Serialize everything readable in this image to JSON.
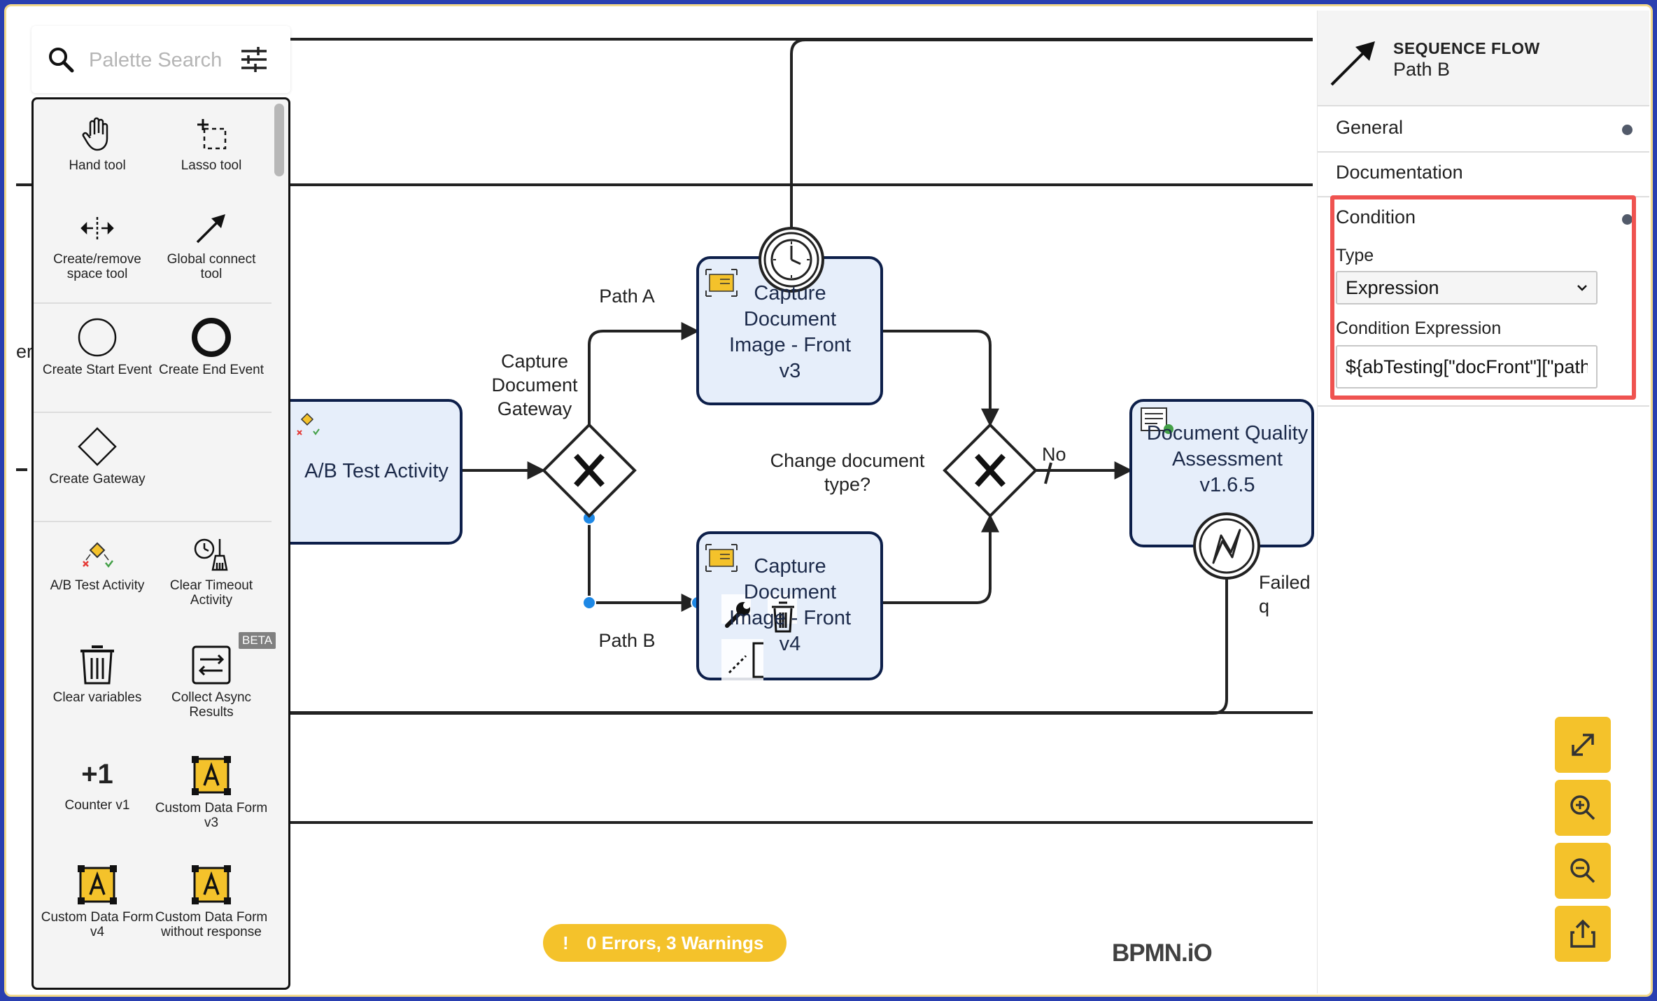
{
  "palette": {
    "search_placeholder": "Palette Search",
    "items": [
      {
        "label": "Hand tool",
        "icon": "hand-icon"
      },
      {
        "label": "Lasso tool",
        "icon": "lasso-icon"
      },
      {
        "label": "Create/remove space tool",
        "icon": "space-tool-icon"
      },
      {
        "label": "Global connect tool",
        "icon": "connect-arrow-icon"
      },
      {
        "label": "Create Start Event",
        "icon": "start-event-icon"
      },
      {
        "label": "Create End Event",
        "icon": "end-event-icon"
      },
      {
        "label": "Create Gateway",
        "icon": "gateway-icon"
      },
      {
        "label": "A/B Test Activity",
        "icon": "ab-test-icon"
      },
      {
        "label": "Clear Timeout Activity",
        "icon": "clear-timeout-icon"
      },
      {
        "label": "Clear variables",
        "icon": "trash-icon"
      },
      {
        "label": "Collect Async Results",
        "icon": "collect-async-icon"
      },
      {
        "label": "Counter v1",
        "icon": "counter-icon"
      },
      {
        "label": "Custom Data Form v3",
        "icon": "custom-form-icon"
      },
      {
        "label": "Custom Data Form v4",
        "icon": "custom-form-icon"
      },
      {
        "label": "Custom Data Form without response",
        "icon": "custom-form-icon"
      }
    ],
    "beta_badge": "BETA"
  },
  "diagram": {
    "left_fragment": "er",
    "ab_task": "A/B Test Activity",
    "gateway1_label": "Capture Document Gateway",
    "path_a": "Path A",
    "path_b": "Path B",
    "task_front_v3": "Capture Document Image - Front v3",
    "task_front_v4": "Capture Document Image - Front v4",
    "gateway2_label": "Change document type?",
    "no_label": "No",
    "task_quality": "Document Quality Assessment v1.6.5",
    "failed_label": "Failed q"
  },
  "properties": {
    "element_type": "SEQUENCE FLOW",
    "element_name": "Path B",
    "groups": {
      "general": "General",
      "documentation": "Documentation",
      "condition": "Condition"
    },
    "type_label": "Type",
    "type_value": "Expression",
    "condition_expression_label": "Condition Expression",
    "condition_expression_value": "${abTesting[\"docFront\"][\"path\"] == \"B\"}"
  },
  "status": {
    "text": "0 Errors, 3 Warnings",
    "icon": "!"
  },
  "logo": "BPMN.iO",
  "colors": {
    "accent_yellow": "#f4c22b",
    "highlight_red": "#ef5350",
    "task_fill": "#e6eefa",
    "task_stroke": "#0d1f4a",
    "selection_blue": "#1e88e5"
  }
}
